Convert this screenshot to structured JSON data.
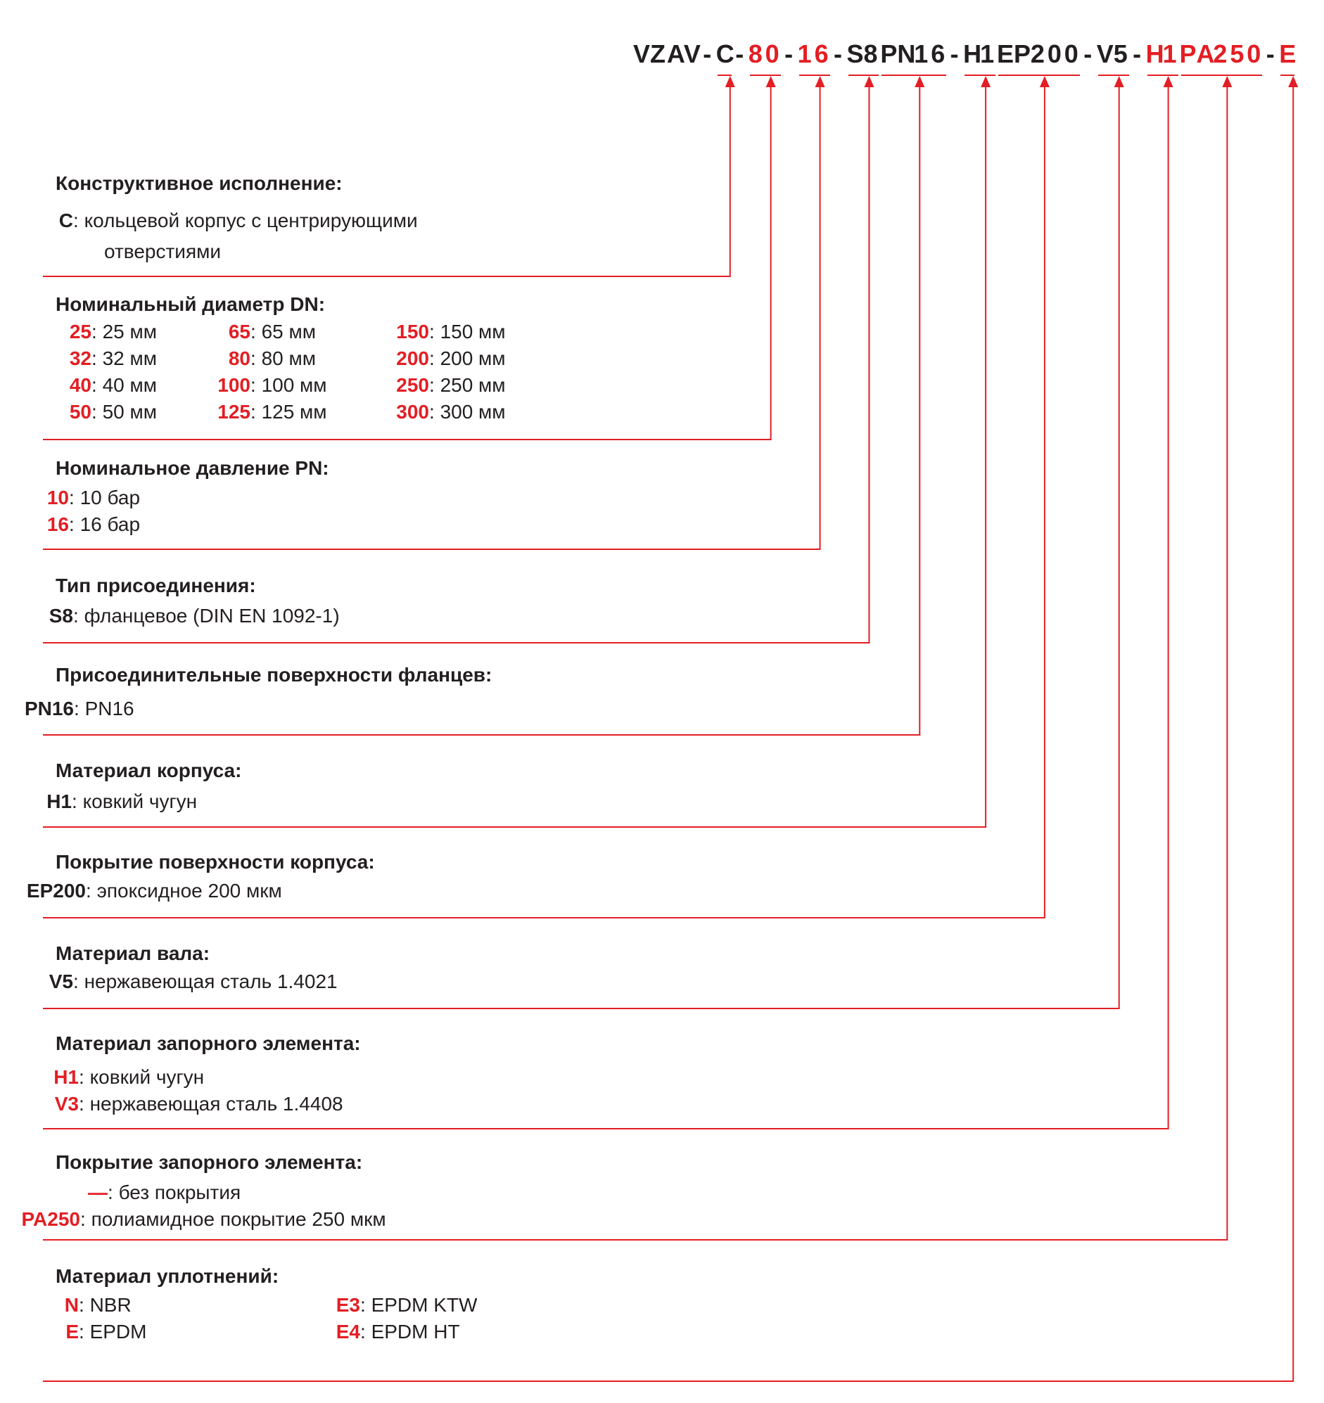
{
  "code": {
    "segments": [
      {
        "text": "VZAV",
        "color": "black"
      },
      {
        "text": "-",
        "color": "black"
      },
      {
        "text": "C",
        "color": "black"
      },
      {
        "text": "-",
        "color": "black"
      },
      {
        "text": "80",
        "color": "red"
      },
      {
        "text": "-",
        "color": "black"
      },
      {
        "text": "16",
        "color": "red"
      },
      {
        "text": "-",
        "color": "black"
      },
      {
        "text": "S8",
        "color": "black"
      },
      {
        "text": "PN16",
        "color": "black"
      },
      {
        "text": "-",
        "color": "black"
      },
      {
        "text": "H1",
        "color": "black"
      },
      {
        "text": "EP200",
        "color": "black"
      },
      {
        "text": "-",
        "color": "black"
      },
      {
        "text": "V5",
        "color": "black"
      },
      {
        "text": "-",
        "color": "black"
      },
      {
        "text": "H1",
        "color": "red"
      },
      {
        "text": "PA250",
        "color": "red"
      },
      {
        "text": "-",
        "color": "black"
      },
      {
        "text": "E",
        "color": "red"
      }
    ]
  },
  "sections": [
    {
      "title": "Конструктивное исполнение:",
      "items": [
        {
          "key": "C",
          "color": "black",
          "text": "кольцевой корпус с центрирующими"
        },
        {
          "key": "",
          "color": "black",
          "text": "отверстиями"
        }
      ]
    },
    {
      "title": "Номинальный диаметр DN:",
      "items": [
        {
          "key": "25",
          "color": "red",
          "text": "25 мм"
        },
        {
          "key": "32",
          "color": "red",
          "text": "32 мм"
        },
        {
          "key": "40",
          "color": "red",
          "text": "40 мм"
        },
        {
          "key": "50",
          "color": "red",
          "text": "50 мм"
        },
        {
          "key": "65",
          "color": "red",
          "text": "65 мм"
        },
        {
          "key": "80",
          "color": "red",
          "text": "80 мм"
        },
        {
          "key": "100",
          "color": "red",
          "text": "100 мм"
        },
        {
          "key": "125",
          "color": "red",
          "text": "125 мм"
        },
        {
          "key": "150",
          "color": "red",
          "text": "150 мм"
        },
        {
          "key": "200",
          "color": "red",
          "text": "200 мм"
        },
        {
          "key": "250",
          "color": "red",
          "text": "250 мм"
        },
        {
          "key": "300",
          "color": "red",
          "text": "300 мм"
        }
      ]
    },
    {
      "title": "Номинальное давление PN:",
      "items": [
        {
          "key": "10",
          "color": "red",
          "text": "10 бар"
        },
        {
          "key": "16",
          "color": "red",
          "text": "16 бар"
        }
      ]
    },
    {
      "title": "Тип присоединения:",
      "items": [
        {
          "key": "S8",
          "color": "black",
          "text": "фланцевое (DIN EN 1092-1)"
        }
      ]
    },
    {
      "title": "Присоединительные поверхности фланцев:",
      "items": [
        {
          "key": "PN16",
          "color": "black",
          "text": "PN16"
        }
      ]
    },
    {
      "title": "Материал корпуса:",
      "items": [
        {
          "key": "H1",
          "color": "black",
          "text": "ковкий чугун"
        }
      ]
    },
    {
      "title": "Покрытие поверхности корпуса:",
      "items": [
        {
          "key": "EP200",
          "color": "black",
          "text": "эпоксидное 200 мкм"
        }
      ]
    },
    {
      "title": "Материал вала:",
      "items": [
        {
          "key": "V5",
          "color": "black",
          "text": "нержавеющая сталь 1.4021"
        }
      ]
    },
    {
      "title": "Материал запорного элемента:",
      "items": [
        {
          "key": "H1",
          "color": "red",
          "text": "ковкий чугун"
        },
        {
          "key": "V3",
          "color": "red",
          "text": "нержавеющая сталь 1.4408"
        }
      ]
    },
    {
      "title": "Покрытие запорного элемента:",
      "items": [
        {
          "key": "—",
          "color": "red",
          "text": "без покрытия"
        },
        {
          "key": "PA250",
          "color": "red",
          "text": "полиамидное покрытие 250 мкм"
        }
      ]
    },
    {
      "title": "Материал уплотнений:",
      "items": [
        {
          "key": "N",
          "color": "red",
          "text": "NBR"
        },
        {
          "key": "E",
          "color": "red",
          "text": "EPDM"
        },
        {
          "key": "E3",
          "color": "red",
          "text": "EPDM KTW"
        },
        {
          "key": "E4",
          "color": "red",
          "text": "EPDM HT"
        }
      ]
    }
  ],
  "colors": {
    "accent": "#e31e24",
    "text": "#231f20"
  }
}
